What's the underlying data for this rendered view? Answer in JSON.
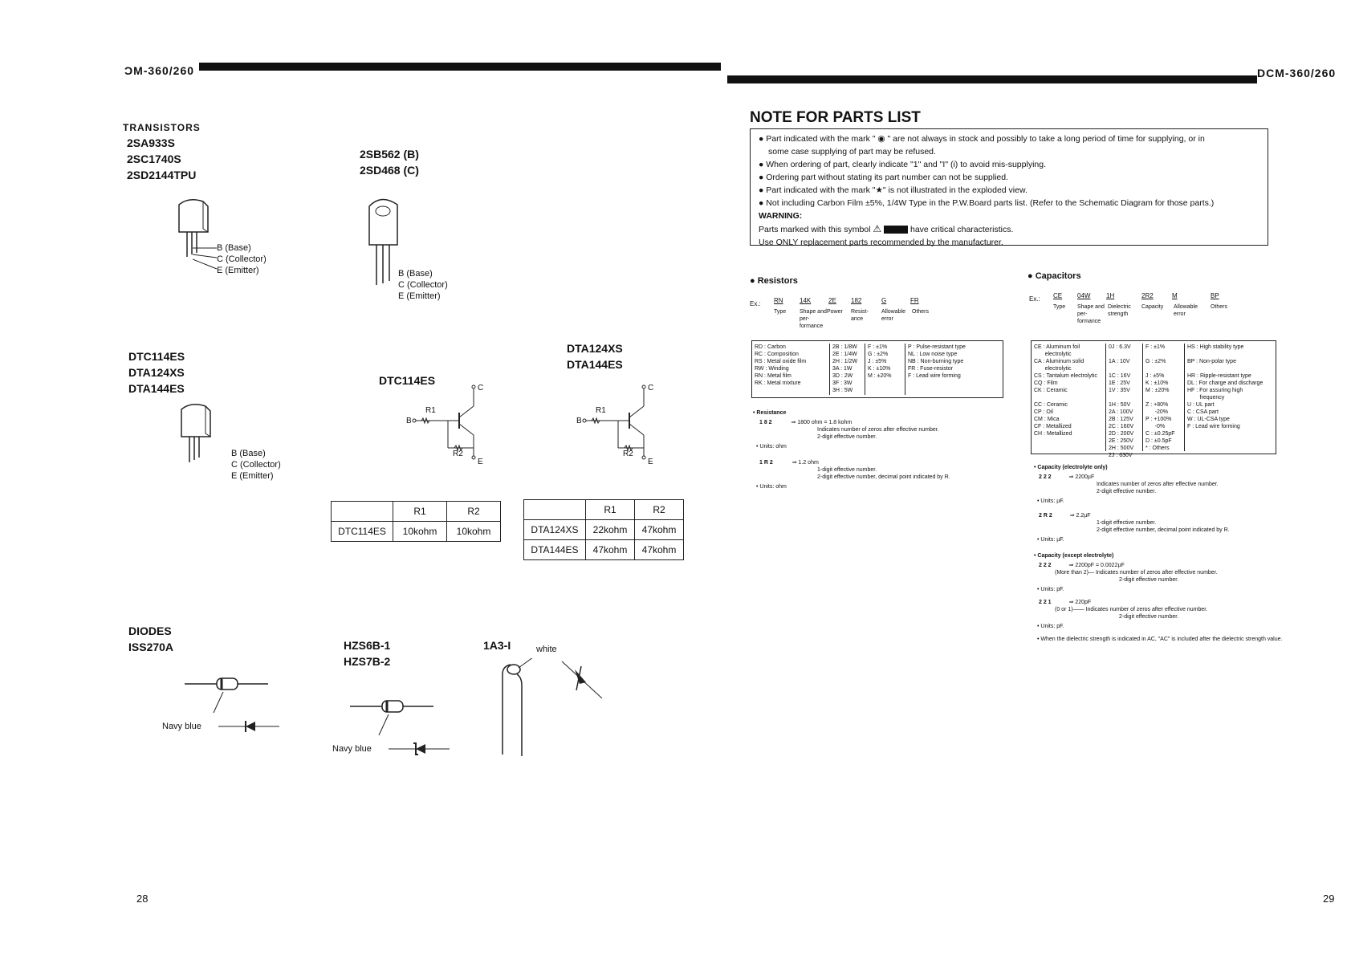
{
  "left": {
    "header": "ƆM-360/260",
    "transistors": {
      "heading": "TRANSISTORS",
      "group1": [
        "2SA933S",
        "2SC1740S",
        "2SD2144TPU"
      ],
      "group2": [
        "2SB562 (B)",
        "2SD468 (C)"
      ],
      "pins": [
        "B (Base)",
        "C (Collector)",
        "E (Emitter)"
      ],
      "group3": [
        "DTC114ES",
        "DTA124XS",
        "DTA144ES"
      ],
      "group4": [
        "DTA124XS",
        "DTA144ES"
      ],
      "circuit_title": "DTC114ES",
      "circuit_labels": {
        "r1": "R1",
        "r2": "R2",
        "b": "B",
        "c": "C",
        "e": "E"
      }
    },
    "table1": {
      "headers": [
        "",
        "R1",
        "R2"
      ],
      "rows": [
        [
          "DTC114ES",
          "10kohm",
          "10kohm"
        ]
      ]
    },
    "table2": {
      "headers": [
        "",
        "R1",
        "R2"
      ],
      "rows": [
        [
          "DTA124XS",
          "22kohm",
          "47kohm"
        ],
        [
          "DTA144ES",
          "47kohm",
          "47kohm"
        ]
      ]
    },
    "diodes": {
      "heading": "DIODES",
      "d1": "ISS270A",
      "d2": [
        "HZS6B-1",
        "HZS7B-2"
      ],
      "d3": "1A3-I",
      "navy": "Navy  blue",
      "white": "white"
    },
    "page_number": "28"
  },
  "right": {
    "header": "DCM-360/260",
    "note_title": "NOTE FOR PARTS LIST",
    "notes": [
      "Part indicated with the mark \" ◉ \" are not always in stock and possibly to take a long period of time for supplying, or in",
      "some case supplying of part may be refused.",
      "When ordering of part, clearly indicate \"1\" and \"I\" (i) to avoid mis-supplying.",
      "Ordering part without stating its part number can not be supplied.",
      "Part indicated with the mark \"★\" is not illustrated in the exploded view.",
      "Not including Carbon Film ±5%, 1/4W Type in the P.W.Board parts list. (Refer to the Schematic Diagram for those parts.)"
    ],
    "warning_label": "WARNING:",
    "warning_line1_a": "Parts marked with this symbol",
    "warning_line1_b": "have critical characteristics.",
    "warning_line2": "Use ONLY replacement parts recommended by the manufacturer.",
    "resistors": {
      "heading": "Resistors",
      "ex": "Ex.:",
      "codes": [
        "RN",
        "14K",
        "2E",
        "182",
        "G",
        "FR"
      ],
      "captions": [
        "Type",
        "Shape and per- formance",
        "Power",
        "Resist- ance",
        "Allowable error",
        "Others"
      ],
      "type_col": "RD : Carbon\nRC : Composition\nRS : Metal oxide film\nRW : Winding\nRN : Metal film\nRK : Metal mixture",
      "power_col": "2B : 1/8W\n2E : 1/4W\n2H : 1/2W\n3A : 1W\n3D : 2W\n3F : 3W\n3H : 5W",
      "err_col": "F : ±1%\nG : ±2%\nJ : ±5%\nK : ±10%\nM : ±20%",
      "other_col": "P : Pulse-resistant type\nNL : Low noise type\nNB : Non-burning type\nFR : Fuse-resistor\nF : Lead wire forming",
      "res_heading": "Resistance",
      "ex1_code": "1  8  2",
      "ex1_val": "⇒  1800 ohm = 1.8 kohm",
      "ex1_l1": "Indicates number of zeros after effective number.",
      "ex1_l2": "2-digit effective number.",
      "units": "Units: ohm",
      "ex2_code": "1  R  2",
      "ex2_val": "⇒  1.2 ohm",
      "ex2_l1": "1-digit effective number.",
      "ex2_l2": "2-digit effective number, decimal point indicated by R.",
      "units2": "Units: ohm"
    },
    "capacitors": {
      "heading": "Capacitors",
      "ex": "Ex.:",
      "codes": [
        "CE",
        "04W",
        "1H",
        "2R2",
        "M",
        "BP"
      ],
      "captions": [
        "Type",
        "Shape and per- formance",
        "Dielectric strength",
        "Capacity",
        "Allowable error",
        "Others"
      ],
      "type_col": "CE : Aluminum foil\n       electrolytic\nCA : Aluminum solid\n       electrolytic\nCS : Tantalum electrolytic\nCQ : Film\nCK : Ceramic\n\nCC : Ceramic\nCP : Oil\nCM : Mica\nCF : Metallized\nCH : Metallized",
      "volt_col": "0J : 6.3V\n\n1A : 10V\n\n1C : 16V\n1E : 25V\n1V : 35V\n\n1H : 50V\n2A : 100V\n2B : 125V\n2C : 160V\n2D : 200V\n2E : 250V\n2H : 500V\n2J : 630V",
      "err_col": "F : ±1%\n\nG : ±2%\n\nJ : ±5%\nK : ±10%\nM : ±20%\n\nZ : +80%\n      -20%\nP : +100%\n      -0%\nC : ±0.25pF\nD : ±0.5pF\n* : Others",
      "other_col": "HS : High stability type\n\nBP : Non-polar type\n\nHR : Ripple-resistant type\nDL : For charge and discharge\nHF : For assuring high\n        frequency\nU : UL part\nC : CSA part\nW : UL-CSA type\nF : Lead wire forming",
      "cap1_heading": "Capacity (electrolyte only)",
      "c1_code": "2  2  2",
      "c1_val": "⇒  2200µF",
      "c1_l1": "Indicates number of zeros after effective number.",
      "c1_l2": "2-digit effective number.",
      "c1_units": "Units: µF.",
      "c2_code": "2  R  2",
      "c2_val": "⇒  2.2µF",
      "c2_l1": "1-digit effective number.",
      "c2_l2": "2-digit effective number, decimal point indicated by R.",
      "c2_units": "Units: µF.",
      "cap2_heading": "Capacity (except electrolyte)",
      "c3_code": "2  2  2",
      "c3_val": "⇒  2200pF = 0.0022µF",
      "c3_l1": "(More than 2)— Indicates number of zeros after effective number.",
      "c3_l2": "2-digit effective number.",
      "c3_units": "Units: pF.",
      "c4_code": "2  2  1",
      "c4_val": "⇒  220pF",
      "c4_l1": "(0 or 1)—— Indicates number of zeros after effective number.",
      "c4_l2": "2-digit effective number.",
      "c4_units": "Units: pF.",
      "footnote": "When the dielectric strength is indicated in AC, \"AC\" is included after the dielectric strength value."
    },
    "page_number": "29"
  }
}
